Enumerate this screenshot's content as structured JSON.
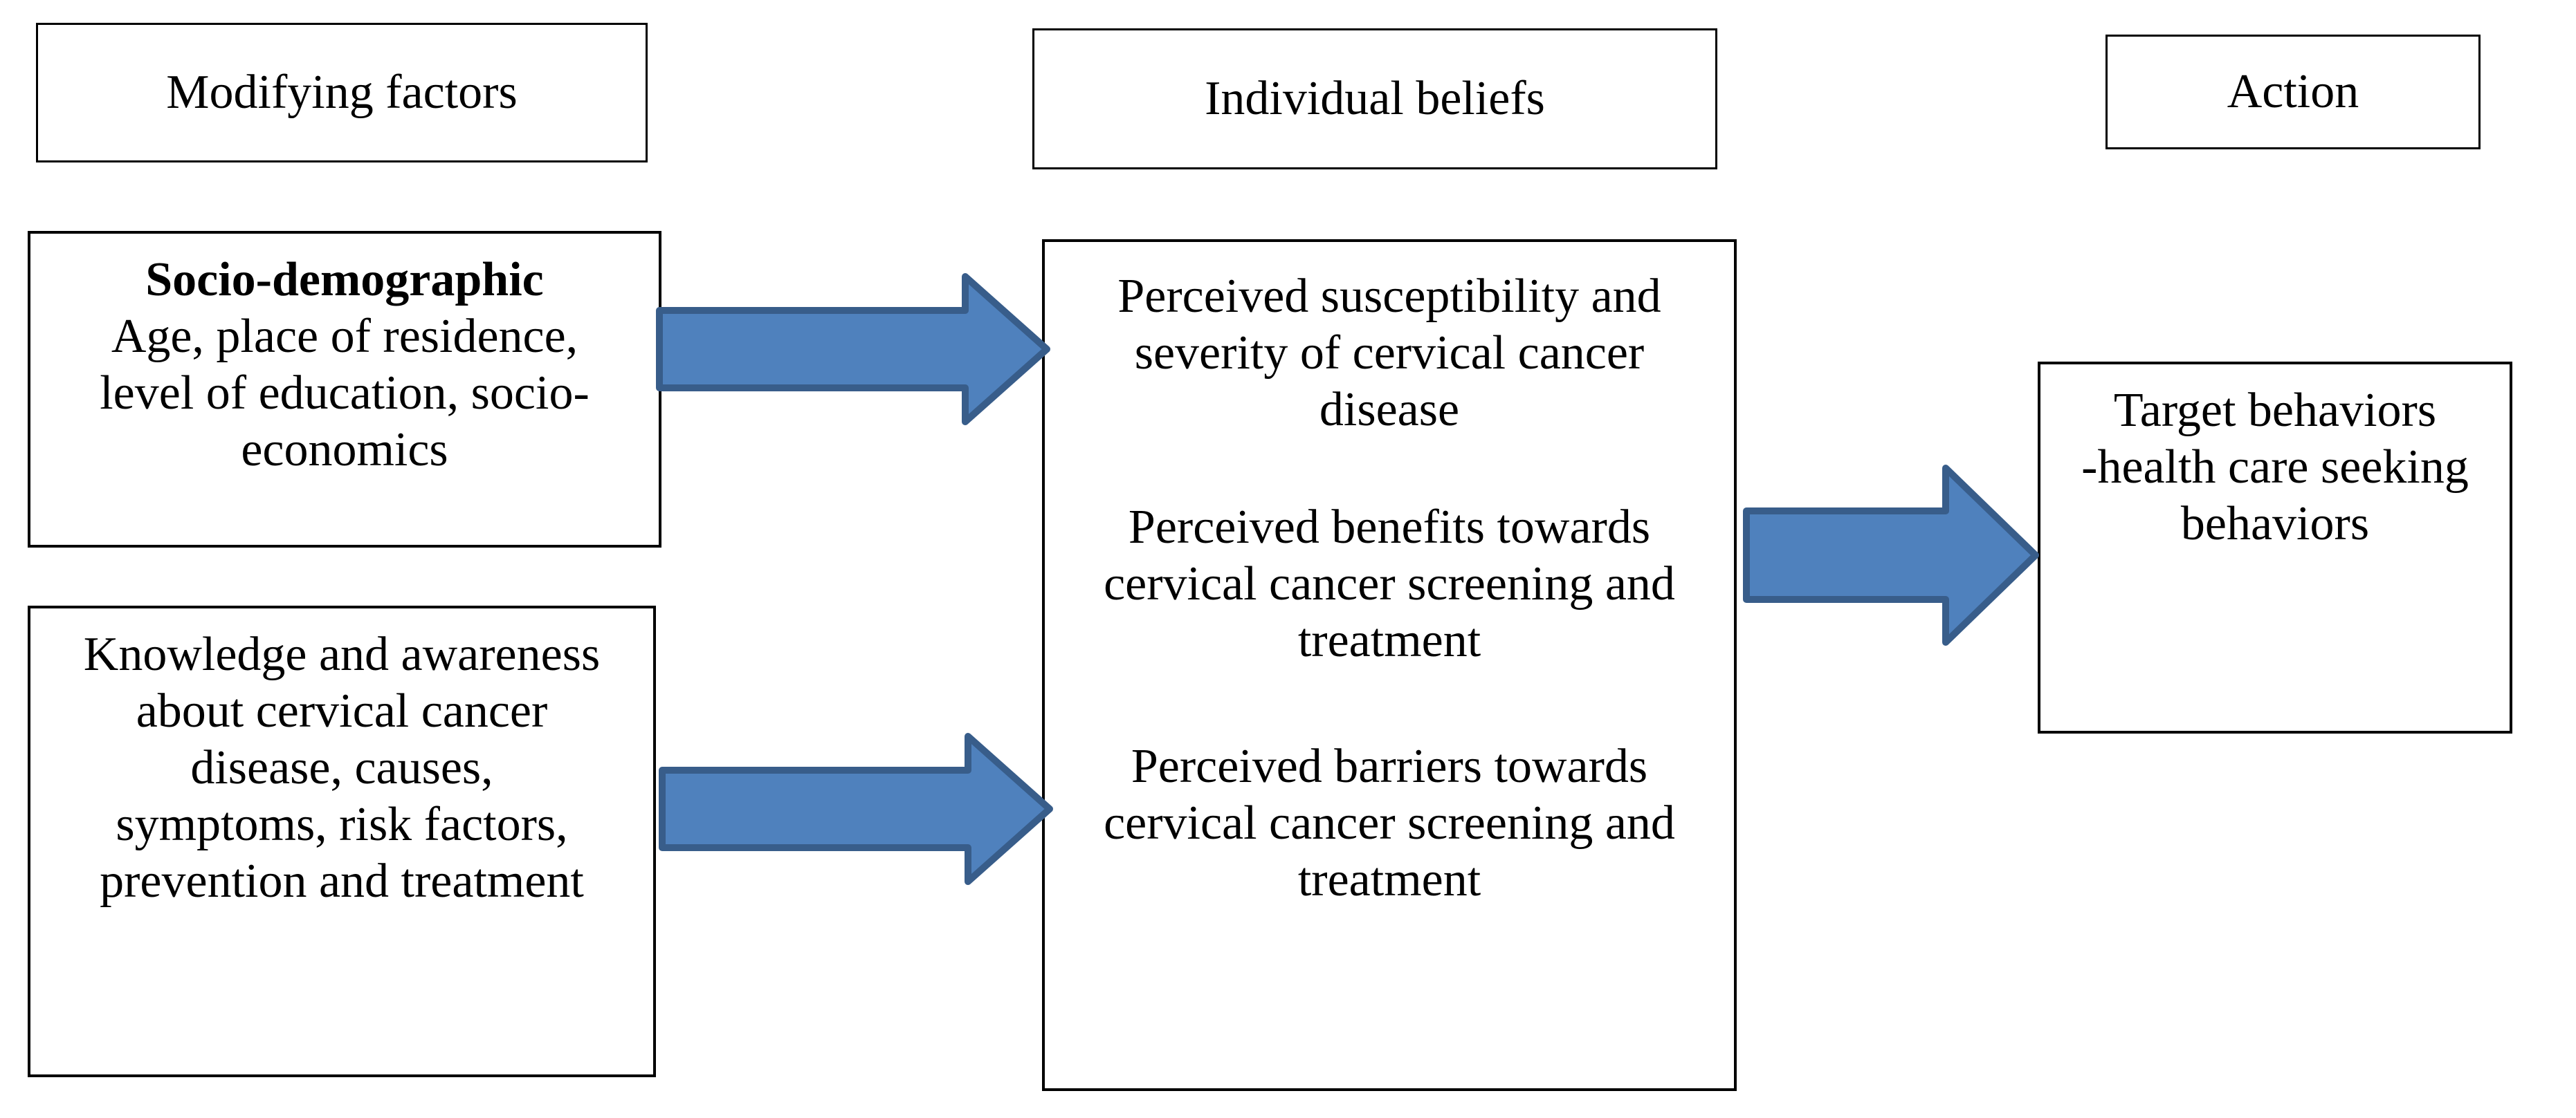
{
  "diagram": {
    "headers": [
      {
        "label": "Modifying factors"
      },
      {
        "label": "Individual beliefs"
      },
      {
        "label": "Action"
      }
    ],
    "boxes": {
      "socio": {
        "title": "Socio-demographic",
        "lines": [
          "Age, place of residence,",
          "level of education, socio-",
          "economics"
        ]
      },
      "knowledge": {
        "lines": [
          "Knowledge and awareness",
          "about cervical cancer",
          "disease, causes,",
          "symptoms, risk factors,",
          "prevention and treatment"
        ]
      },
      "beliefs": {
        "paragraphs": [
          {
            "lines": [
              "Perceived susceptibility and",
              "severity of cervical cancer",
              "disease"
            ]
          },
          {
            "lines": [
              "Perceived benefits towards",
              "cervical cancer screening and",
              "treatment"
            ]
          },
          {
            "lines": [
              "Perceived barriers towards",
              "cervical cancer screening and",
              "treatment"
            ]
          }
        ]
      },
      "target": {
        "lines": [
          "Target behaviors",
          "-health care seeking",
          "behaviors"
        ]
      }
    },
    "colors": {
      "arrow_fill": "#4F81BD",
      "arrow_stroke": "#385D8A",
      "box_border": "#000000",
      "text": "#000000",
      "background": "#FFFFFF"
    }
  }
}
